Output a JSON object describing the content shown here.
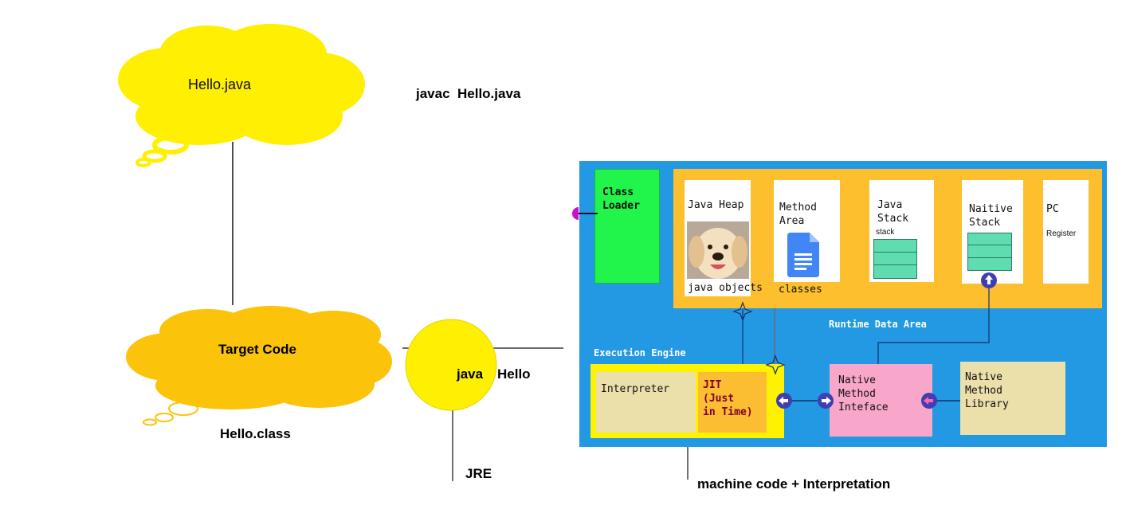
{
  "left": {
    "source_file": "Hello.java",
    "compile_cmd": "javac  Hello.java",
    "target_code": "Target Code",
    "class_file": "Hello.class",
    "run_cmd_java": "java",
    "run_cmd_class": "Hello",
    "jre": "JRE"
  },
  "jvm": {
    "class_loader": "Class\nLoader",
    "runtime_data_area": "Runtime Data Area",
    "heap_title": "Java Heap",
    "heap_caption": "java objects",
    "method_area_title": "Method\nArea",
    "method_area_caption": "classes",
    "java_stack_title": "Java\nStack",
    "java_stack_sub": "stack",
    "native_stack_title": "Naitive\nStack",
    "pc_title": "PC",
    "pc_sub": "Register",
    "execution_engine": "Execution Engine",
    "interpreter": "Interpreter",
    "jit": "JIT\n(Just\nin Time)",
    "native_interface": "Native\nMethod\nInteface",
    "native_library": "Native\nMethod\nLibrary"
  },
  "bottom_note": "machine code + Interpretation",
  "colors": {
    "cloud_yellow": "#ffef00",
    "cloud_amber": "#fcc30b",
    "jvm_blue": "#2299e2",
    "runtime_orange": "#fdbf2d",
    "class_loader_green": "#21f44a",
    "interpreter_tan": "#ebdfaa",
    "jit_orange": "#fbbd31",
    "native_pink": "#f8a6c9",
    "connector_purple": "#3f3fb5"
  },
  "icons": [
    "dog-photo",
    "google-docs-icon",
    "stack-icon",
    "connector-arrow-icon"
  ]
}
